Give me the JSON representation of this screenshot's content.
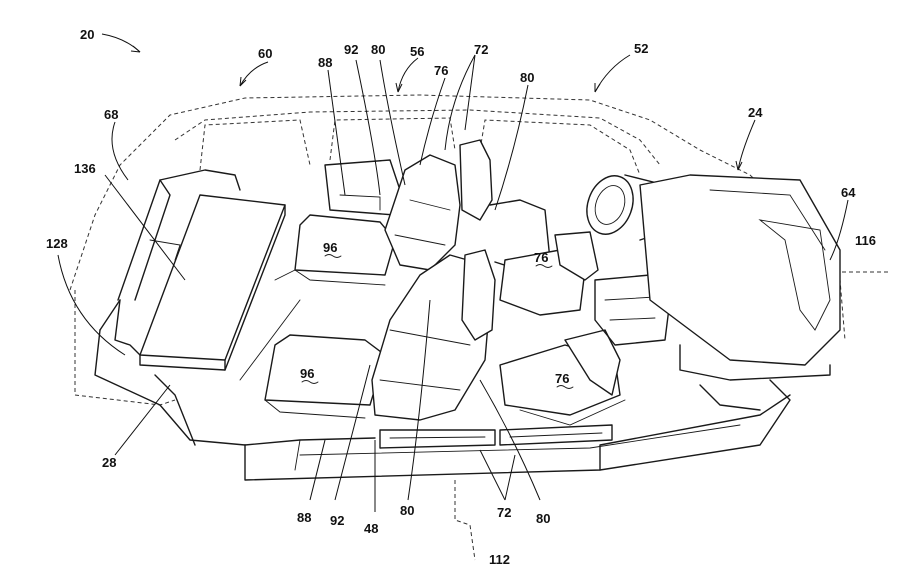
{
  "figure": {
    "labels": {
      "l20": "20",
      "l60": "60",
      "l56": "56",
      "l52": "52",
      "l88_top": "88",
      "l92_top": "92",
      "l80_top": "80",
      "l76_top": "76",
      "l72_top": "72",
      "l80_right": "80",
      "l24": "24",
      "l68": "68",
      "l136": "136",
      "l64": "64",
      "l116": "116",
      "l128": "128",
      "l96_a": "96",
      "l76_mid": "76",
      "l96_b": "96",
      "l76_low": "76",
      "l28": "28",
      "l88_bot": "88",
      "l92_bot": "92",
      "l48": "48",
      "l80_bot": "80",
      "l72_bot": "72",
      "l80_bot2": "80",
      "l112": "112"
    }
  }
}
